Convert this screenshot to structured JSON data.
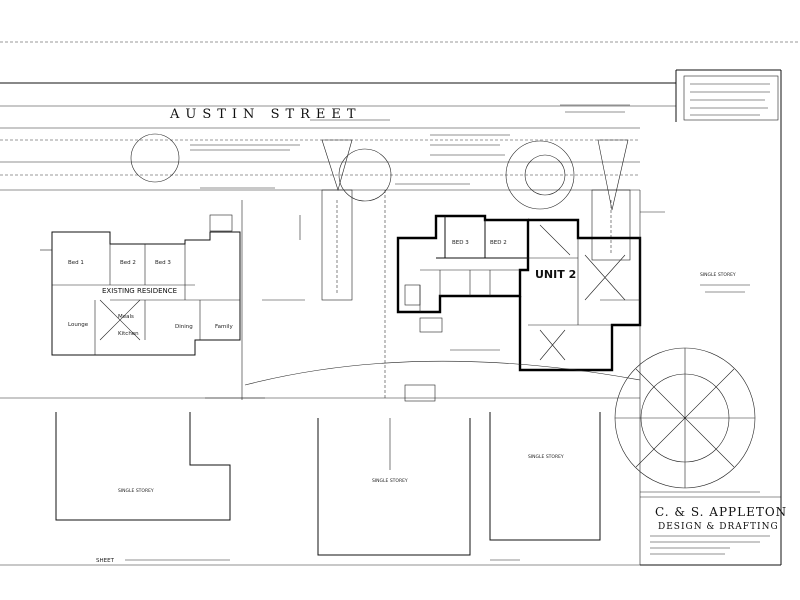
{
  "plan": {
    "street_name": "AUSTIN STREET",
    "existing_residence": "EXISTING RESIDENCE",
    "unit2": "UNIT 2",
    "rooms_unit2": {
      "bed3": "BED 3",
      "bed2": "BED 2"
    },
    "existing_rooms": {
      "bed1": "Bed 1",
      "bed2": "Bed 2",
      "bed3": "Bed 3",
      "lounge": "Lounge",
      "dining": "Dining",
      "family": "Family",
      "meals": "Meals",
      "kitchen": "Kitchen"
    },
    "neighbours": {
      "single_storey_left": "SINGLE STOREY",
      "single_storey_right": "SINGLE STOREY",
      "single_storey_center": "SINGLE STOREY",
      "single_storey_mid": "SINGLE STOREY"
    }
  },
  "title_block": {
    "company": "C. & S. APPLETON",
    "subtitle": "DESIGN & DRAFTING"
  },
  "footer": {
    "sheet_label": "SHEET"
  }
}
